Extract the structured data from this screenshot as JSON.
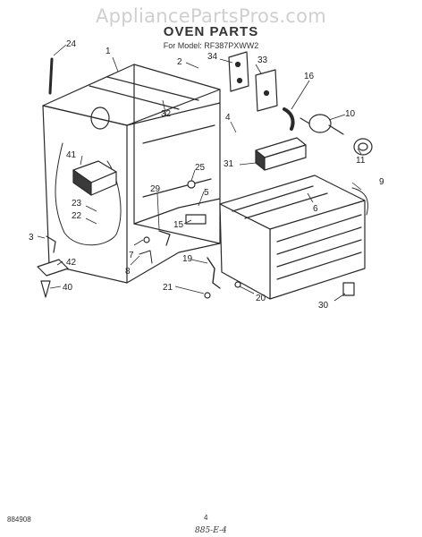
{
  "watermark": "AppliancePartsPros.com",
  "title": "OVEN PARTS",
  "subtitle": "For Model: RF387PXWW2",
  "callouts": [
    "1",
    "2",
    "3",
    "4",
    "5",
    "6",
    "7",
    "8",
    "9",
    "10",
    "11",
    "15",
    "16",
    "19",
    "20",
    "21",
    "22",
    "23",
    "24",
    "25",
    "29",
    "30",
    "31",
    "32",
    "33",
    "34",
    "40",
    "41",
    "42"
  ],
  "footer": {
    "left_code": "884908",
    "page_number": "4",
    "handwritten_code": "885-E-4"
  },
  "colors": {
    "line": "#2a2a2a",
    "watermark": "#cfcfcf"
  }
}
